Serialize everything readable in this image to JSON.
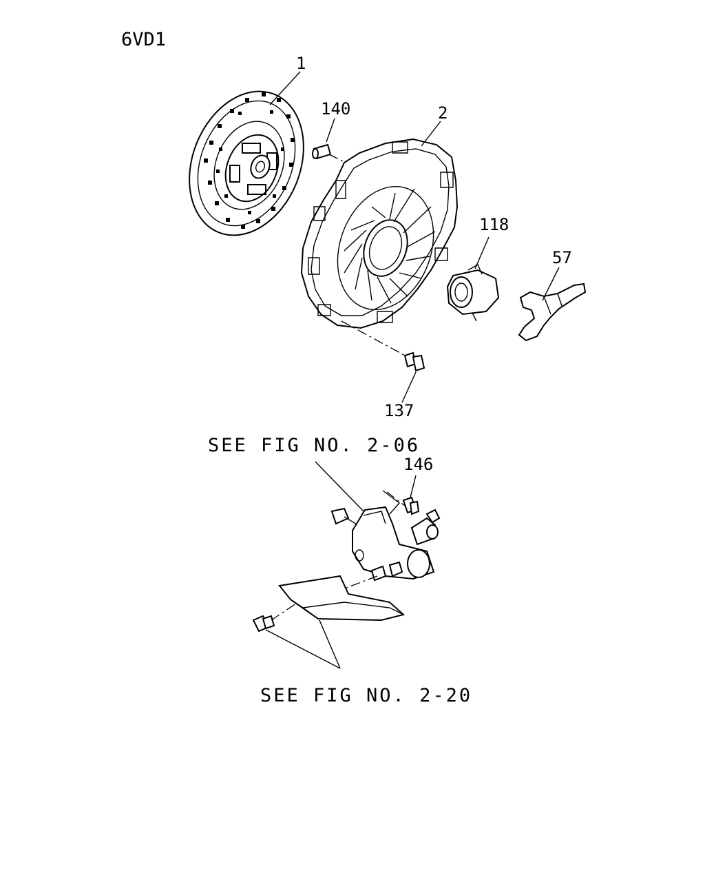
{
  "model_code": "6VD1",
  "callouts": {
    "clutch_disc": "1",
    "pressure_plate": "2",
    "dowel_pin": "140",
    "release_bearing": "118",
    "release_fork": "57",
    "bolt_137": "137",
    "bolt_146": "146"
  },
  "references": {
    "upper": "SEE FIG NO. 2-06",
    "lower": "SEE FIG NO. 2-20"
  }
}
